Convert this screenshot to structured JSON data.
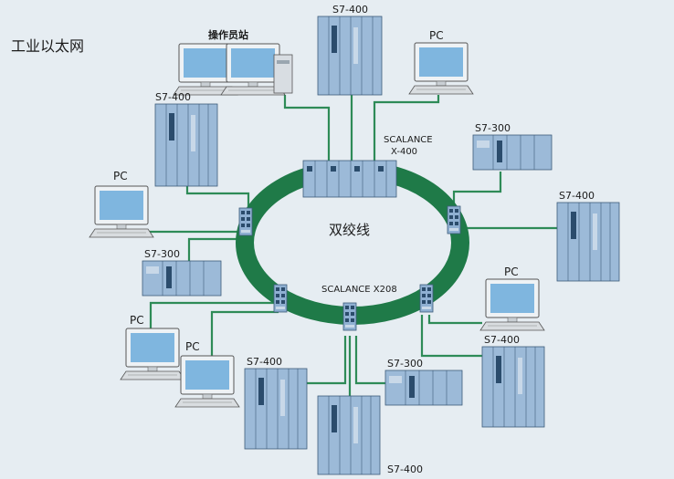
{
  "title": "工业以太网",
  "center_label": "双绞线",
  "ring_color": "#1f7a48",
  "cable_color": "#2e8b57",
  "device_fill": "#9cbad8",
  "labels": {
    "operator_station": "操作员站",
    "s7_400_top": "S7-400",
    "pc_top": "PC",
    "scalance_x400_line1": "SCALANCE",
    "scalance_x400_line2": "X-400",
    "s7_400_left": "S7-400",
    "s7_300_right": "S7-300",
    "pc_left": "PC",
    "s7_400_right": "S7-400",
    "s7_300_left": "S7-300",
    "pc_right": "PC",
    "scalance_x208": "SCALANCE X208",
    "pc_bottom_left_1": "PC",
    "pc_bottom_left_2": "PC",
    "s7_400_bottom_right": "S7-400",
    "s7_400_bottom_left": "S7-400",
    "s7_300_bottom": "S7-300",
    "s7_400_bottom": "S7-400"
  }
}
